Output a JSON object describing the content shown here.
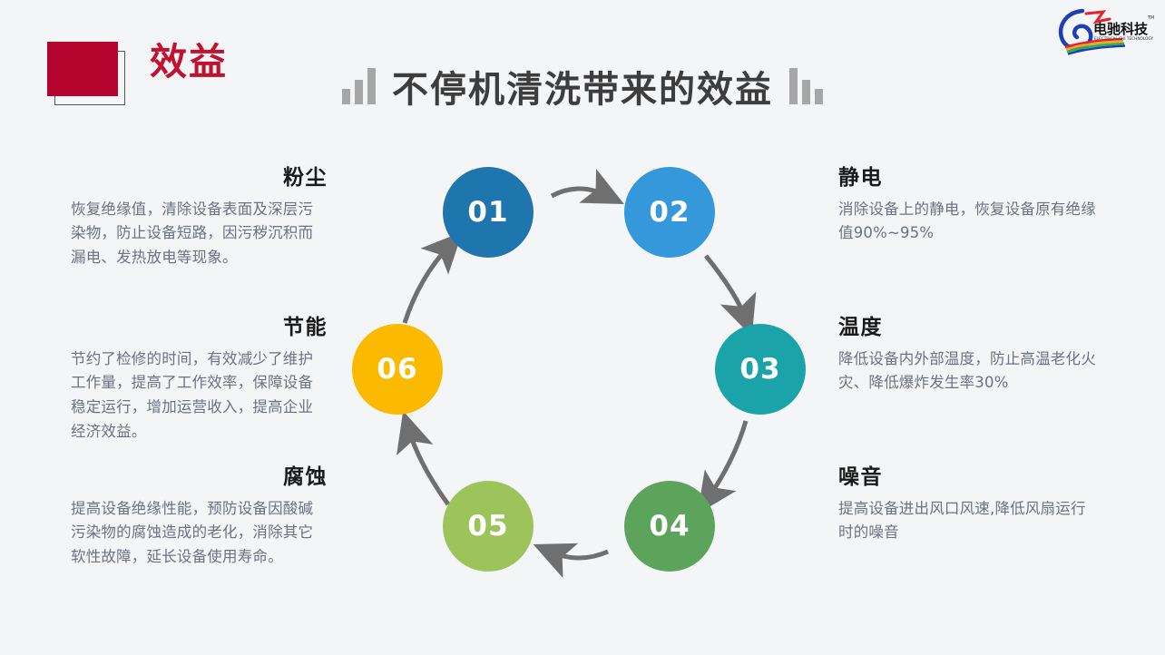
{
  "header": {
    "kicker": "效益",
    "kicker_color": "#c2102f",
    "kicker_box_color": "#b4052f",
    "title": "不停机清洗带来的效益",
    "bar_decoration_color": "#a6a6a6"
  },
  "logo": {
    "brand_cn": "电驰科技",
    "brand_en": "ELECTRICAL CHI TECHNOLOGY",
    "tm": "TM"
  },
  "diagram": {
    "arrow_color": "#6f6f6f",
    "nodes": [
      {
        "num": "01",
        "color": "#1f76ae"
      },
      {
        "num": "02",
        "color": "#3498db"
      },
      {
        "num": "03",
        "color": "#1aa3a8"
      },
      {
        "num": "04",
        "color": "#5ca45c"
      },
      {
        "num": "05",
        "color": "#9dc45a"
      },
      {
        "num": "06",
        "color": "#fbba00"
      }
    ]
  },
  "blocks": {
    "left": [
      {
        "title": "粉尘",
        "body": "恢复绝缘值，清除设备表面及深层污染物，防止设备短路，因污秽沉积而漏电、发热放电等现象。"
      },
      {
        "title": "节能",
        "body": "节约了检修的时间，有效减少了维护工作量，提高了工作效率，保障设备稳定运行，增加运营收入，提高企业经济效益。"
      },
      {
        "title": "腐蚀",
        "body": "提高设备绝缘性能，预防设备因酸碱污染物的腐蚀造成的老化，消除其它软性故障，延长设备使用寿命。"
      }
    ],
    "right": [
      {
        "title": "静电",
        "body": "消除设备上的静电，恢复设备原有绝缘值90%~95%"
      },
      {
        "title": "温度",
        "body": "降低设备内外部温度，防止高温老化火灾、降低爆炸发生率30%"
      },
      {
        "title": "噪音",
        "body": "提高设备进出风口风速,降低风扇运行时的噪音"
      }
    ]
  }
}
